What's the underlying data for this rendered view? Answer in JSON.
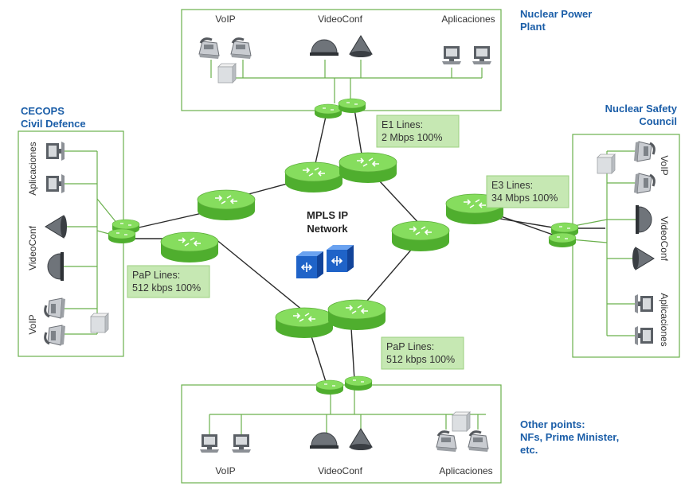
{
  "core": {
    "line1": "MPLS IP",
    "line2": "Network"
  },
  "sites": {
    "top": {
      "label1": "Nuclear Power",
      "label2": "Plant",
      "voip": "VoIP",
      "videoconf": "VideoConf",
      "apps": "Aplicaciones"
    },
    "left": {
      "label1": "CECOPS",
      "label2": "Civil Defence",
      "voip": "VoIP",
      "videoconf": "VideoConf",
      "apps": "Aplicaciones"
    },
    "right": {
      "label1": "Nuclear Safety",
      "label2": "Council",
      "voip": "VoIP",
      "videoconf": "VideoConf",
      "apps": "Aplicaciones"
    },
    "bottom": {
      "label1": "Other points:",
      "label2": "NFs, Prime Minister,",
      "label3": "etc.",
      "voip": "VoIP",
      "videoconf": "VideoConf",
      "apps": "Aplicaciones"
    }
  },
  "links": {
    "top": {
      "line1": "E1 Lines:",
      "line2": "2 Mbps 100%"
    },
    "right": {
      "line1": "E3 Lines:",
      "line2": "34 Mbps 100%"
    },
    "left": {
      "line1": "PaP Lines:",
      "line2": "512 kbps 100%"
    },
    "bottom": {
      "line1": "PaP Lines:",
      "line2": "512 kbps 100%"
    }
  },
  "colors": {
    "router": "#7ed957",
    "router_dark": "#4fae2e",
    "site_border": "#6ab04c",
    "note_bg": "#c6e8b3",
    "note_border": "#9bcf7f",
    "label": "#1b5ea8",
    "core_device": "#1f63c8"
  }
}
